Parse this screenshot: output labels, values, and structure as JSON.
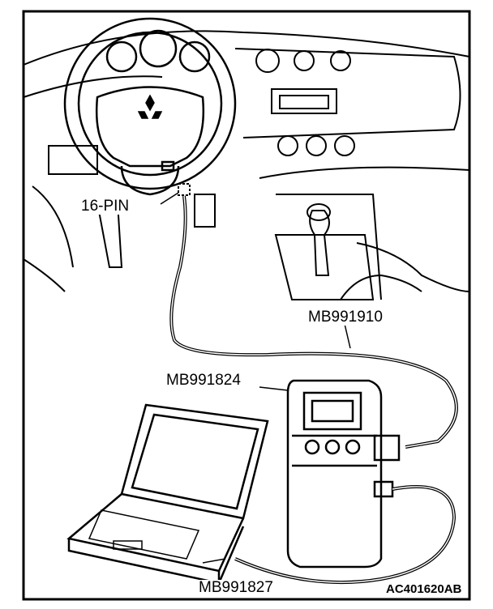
{
  "figure": {
    "labels": {
      "connector": "16-PIN",
      "cable_main": "MB991910",
      "interface_unit": "MB991824",
      "usb_cable": "MB991827"
    },
    "figure_code": "AC401620AB",
    "line_color": "#000000",
    "background": "#ffffff"
  }
}
